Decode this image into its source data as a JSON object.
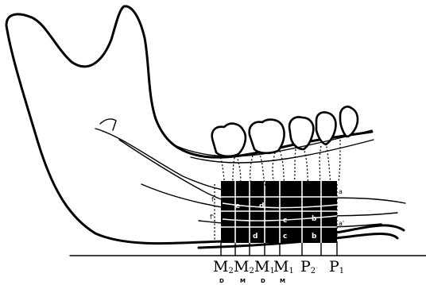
{
  "tooth_labels": [
    {
      "main": "M",
      "sub": "2",
      "side": "D"
    },
    {
      "main": "M",
      "sub": "2",
      "side": "M"
    },
    {
      "main": "M",
      "sub": "1",
      "side": "D"
    },
    {
      "main": "M",
      "sub": "1",
      "side": "M"
    },
    {
      "main": "P",
      "sub": "2",
      "side": ""
    },
    {
      "main": "P",
      "sub": "1",
      "side": ""
    }
  ],
  "box_labels": {
    "upper": [
      "e",
      "d"
    ],
    "middle": [
      "c",
      "b"
    ],
    "lower": [
      "d",
      "c",
      "b"
    ]
  },
  "edge_labels": {
    "left_top": "f",
    "left_bottom": "f'",
    "right_top": "a",
    "right_bottom": "a'"
  }
}
